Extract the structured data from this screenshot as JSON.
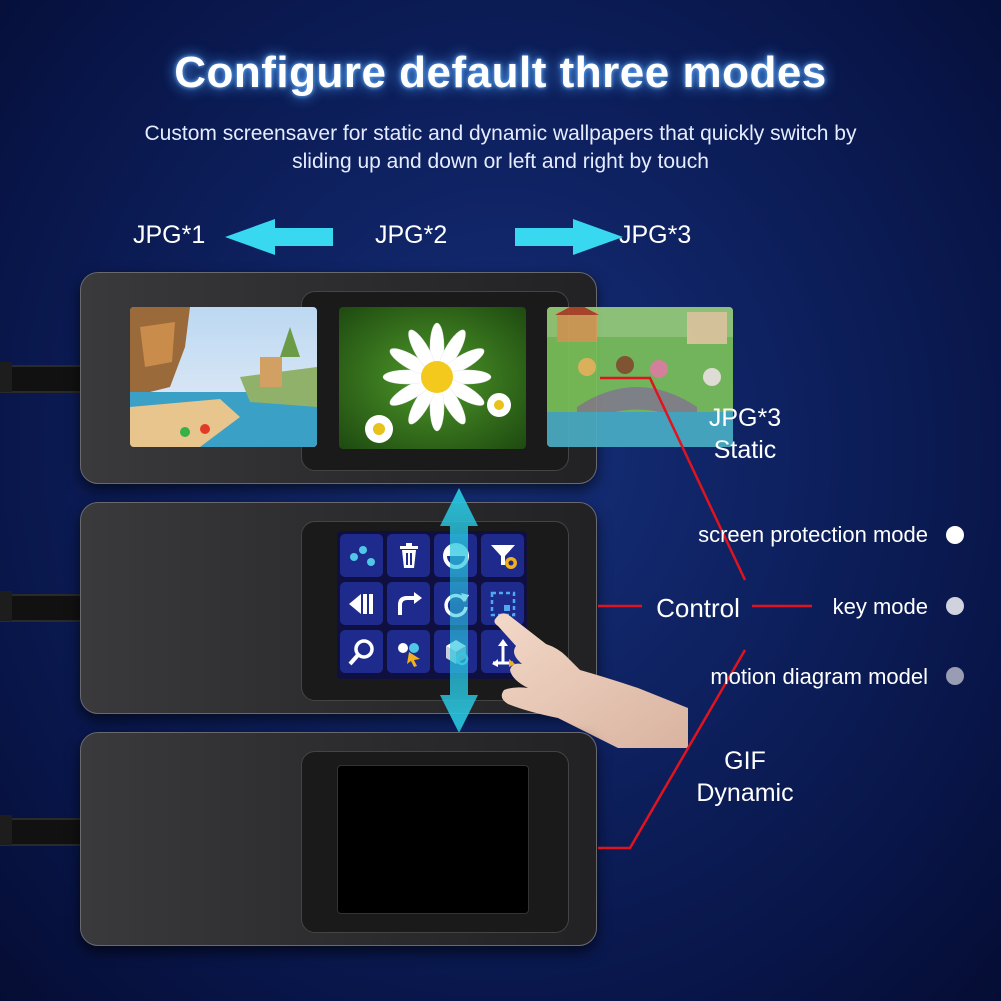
{
  "header": {
    "title": "Configure default three modes",
    "subtitle_line1": "Custom screensaver for static and dynamic wallpapers that quickly switch by",
    "subtitle_line2": "sliding up and down or left and right by touch"
  },
  "arrows": {
    "left_label": "JPG*1",
    "center_label": "JPG*2",
    "right_label": "JPG*3",
    "color": "#38d9f0"
  },
  "labels": {
    "static_line1": "JPG*3",
    "static_line2": "Static",
    "control": "Control",
    "dynamic_line1": "GIF",
    "dynamic_line2": "Dynamic"
  },
  "modes": [
    {
      "label": "screen protection mode",
      "dot_color": "#ffffff"
    },
    {
      "label": "key mode",
      "dot_color": "#d0d2de"
    },
    {
      "label": "motion diagram model",
      "dot_color": "#9a9cb4"
    }
  ],
  "colors": {
    "accent_red": "#e0141e",
    "tile_blue": "#1f2b8c",
    "swipe_cyan": "#29c6e0"
  },
  "key_icons": [
    "dots-icon",
    "trash-icon",
    "circle-arc-icon",
    "filter-gear-icon",
    "skip-back-icon",
    "redo-icon",
    "refresh-icon",
    "select-box-icon",
    "magnifier-icon",
    "cursor-icon",
    "cube-link-icon",
    "move-icon"
  ]
}
